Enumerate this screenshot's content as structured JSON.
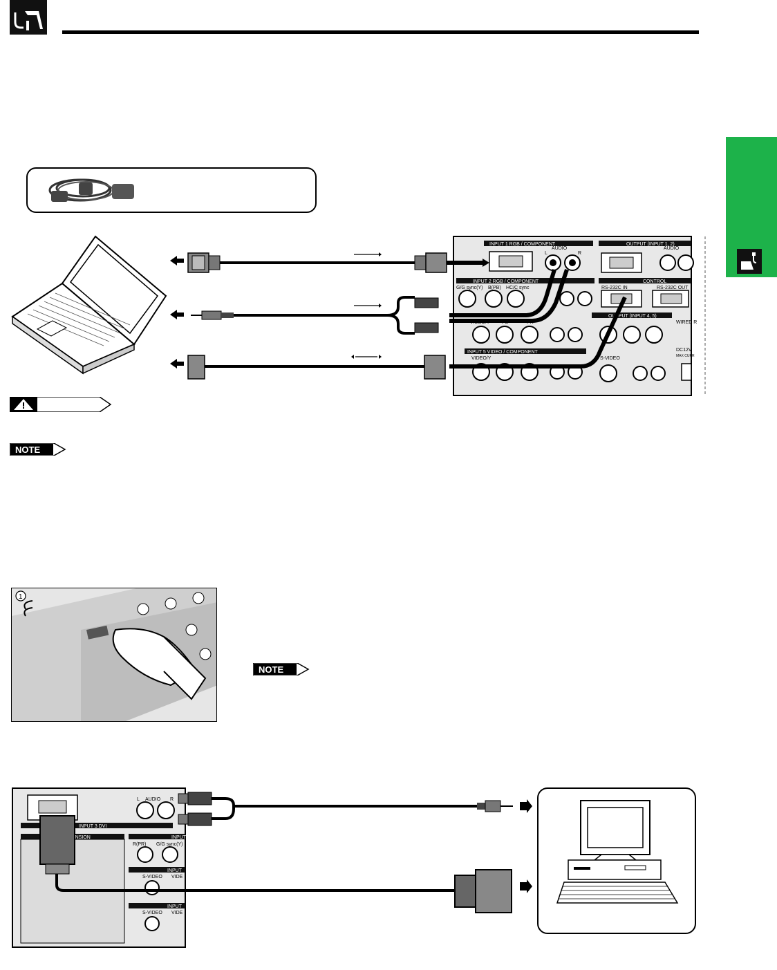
{
  "note_labels": [
    "NOTE",
    "NOTE"
  ],
  "panel_labels": {
    "input1": "INPUT 1   RGB / COMPONENT",
    "audio": "AUDIO",
    "L": "L",
    "R": "R",
    "output": "OUTPUT (INPUT 1, 2)",
    "input2": "INPUT 2   RGB / COMPONENT",
    "gsync": "G/G sync(Y)",
    "bpb": "B(PB)",
    "hcsync": "HC/C sync",
    "control": "CONTROL",
    "rs232c_in": "RS-232C IN",
    "rs232c_out": "RS-232C OUT",
    "input45": "OUTPUT (INPUT 4, 5)",
    "video_y": "VIDEO/Y",
    "pb": "PB",
    "pr": "PR",
    "wired": "WIRED R",
    "input5": "INPUT 5   VIDEO / COMPONENT",
    "svideo": "S-VIDEO",
    "dc12v": "DC12V",
    "maxcurr": "MAX CURR",
    "input3_dvi": "INPUT 3   DVI",
    "expansion": "ANSION",
    "rpr": "R(PR)",
    "gsync2": "G/G sync(Y)",
    "input": "INPUT",
    "video": "VIDE",
    "photo_number": "1"
  },
  "colors": {
    "accent_green": "#1db24a",
    "ink": "#000000"
  },
  "icons": [
    "plug-icon",
    "caution-icon",
    "note-arrow-icon"
  ]
}
